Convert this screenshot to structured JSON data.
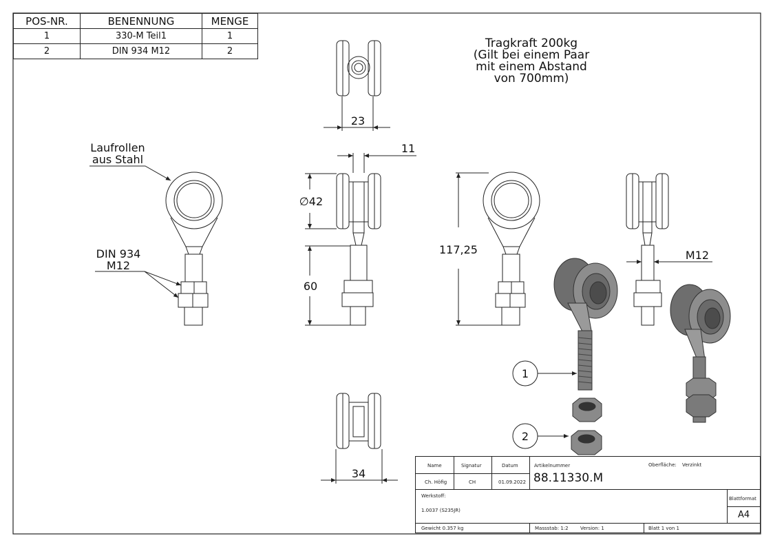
{
  "bom": {
    "headers": [
      "POS-NR.",
      "BENENNUNG",
      "MENGE"
    ],
    "rows": [
      {
        "pos": "1",
        "name": "330-M Teil1",
        "qty": "1"
      },
      {
        "pos": "2",
        "name": "DIN 934 M12",
        "qty": "2"
      }
    ]
  },
  "note": {
    "line1": "Tragkraft 200kg",
    "line2": "(Gilt bei einem Paar",
    "line3": "mit einem Abstand",
    "line4": "von 700mm)"
  },
  "callouts": {
    "rollers_line1": "Laufrollen",
    "rollers_line2": "aus Stahl",
    "nut_line1": "DIN 934",
    "nut_line2": "M12"
  },
  "dimensions": {
    "top_width": "23",
    "front_offset": "11",
    "wheel_diameter": "∅42",
    "thread_length": "60",
    "total_height": "117,25",
    "thread": "M12",
    "bottom_width": "34"
  },
  "balloons": {
    "one": "1",
    "two": "2"
  },
  "title_block": {
    "name_label": "Name",
    "signature_label": "Signatur",
    "date_label": "Datum",
    "name": "Ch. Höfig",
    "signature": "CH",
    "date": "01.09.2022",
    "article_label": "Artikelnummer",
    "article_number": "88.11330.M",
    "surface_label": "Oberfläche:",
    "surface": "Verzinkt",
    "material_label": "Werkstoff:",
    "material": "1.0037 (S235JR)",
    "sheet_format_label": "Blattformat",
    "sheet_format": "A4",
    "weight": "Gewicht 0.357 kg",
    "scale": "Massstab: 1:2",
    "version": "Version: 1",
    "sheet": "Blatt 1 von 1"
  },
  "colors": {
    "line": "#222222",
    "iso_fill": "#8a8a8a",
    "iso_dark": "#555555"
  }
}
